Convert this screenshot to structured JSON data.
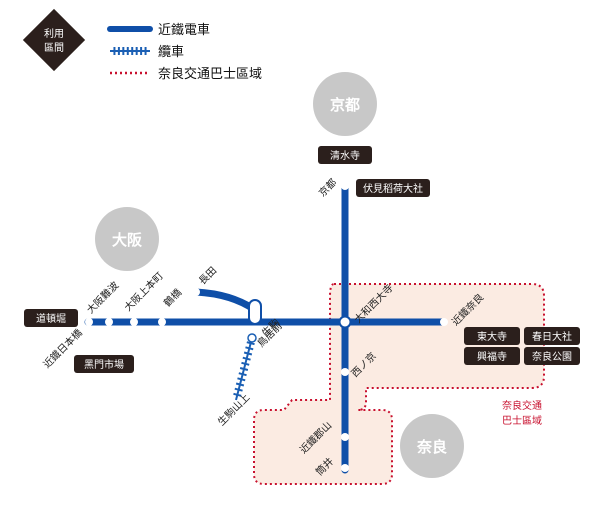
{
  "badge": {
    "line1": "利用",
    "line2": "區間"
  },
  "legend": {
    "kintetsu": "近鐵電車",
    "cable": "纜車",
    "bus_area": "奈良交通巴士區域"
  },
  "cities": {
    "kyoto": "京都",
    "osaka": "大阪",
    "nara": "奈良"
  },
  "stations": {
    "kyoto": "京都",
    "yamato_saidaiji": "大和西大寺",
    "nishinokyo": "西ノ京",
    "kintetsu_koriyama": "近鐵郡山",
    "tsutsui": "筒井",
    "kintetsu_nara": "近鐵奈良",
    "osaka_namba": "大阪難波",
    "osaka_uehommachi": "大阪上本町",
    "tsuruhashi": "鶴橋",
    "nagata": "長田",
    "ikoma": "生駒",
    "toriimae": "鳥居前",
    "ikoma_sanjo": "生駒山上",
    "kintetsu_nippombashi": "近鐵日本橋"
  },
  "tags": {
    "kiyomizu": "清水寺",
    "fushimi_inari": "伏見稻荷大社",
    "dotonbori": "道頓堀",
    "kuromon": "黑門市場",
    "todaiji": "東大寺",
    "kasuga": "春日大社",
    "kofukuji": "興福寺",
    "nara_park": "奈良公園"
  },
  "area_label": {
    "line1": "奈良交通",
    "line2": "巴士區域"
  },
  "colors": {
    "line": "#0f4fa8",
    "cable": "#1a5fb4",
    "bus_border": "#c8102e",
    "bus_fill": "#fbebe2",
    "city_circle": "#c8c8c8",
    "tag_bg": "#2b1f1c",
    "badge_bg": "#2b1f1c"
  }
}
